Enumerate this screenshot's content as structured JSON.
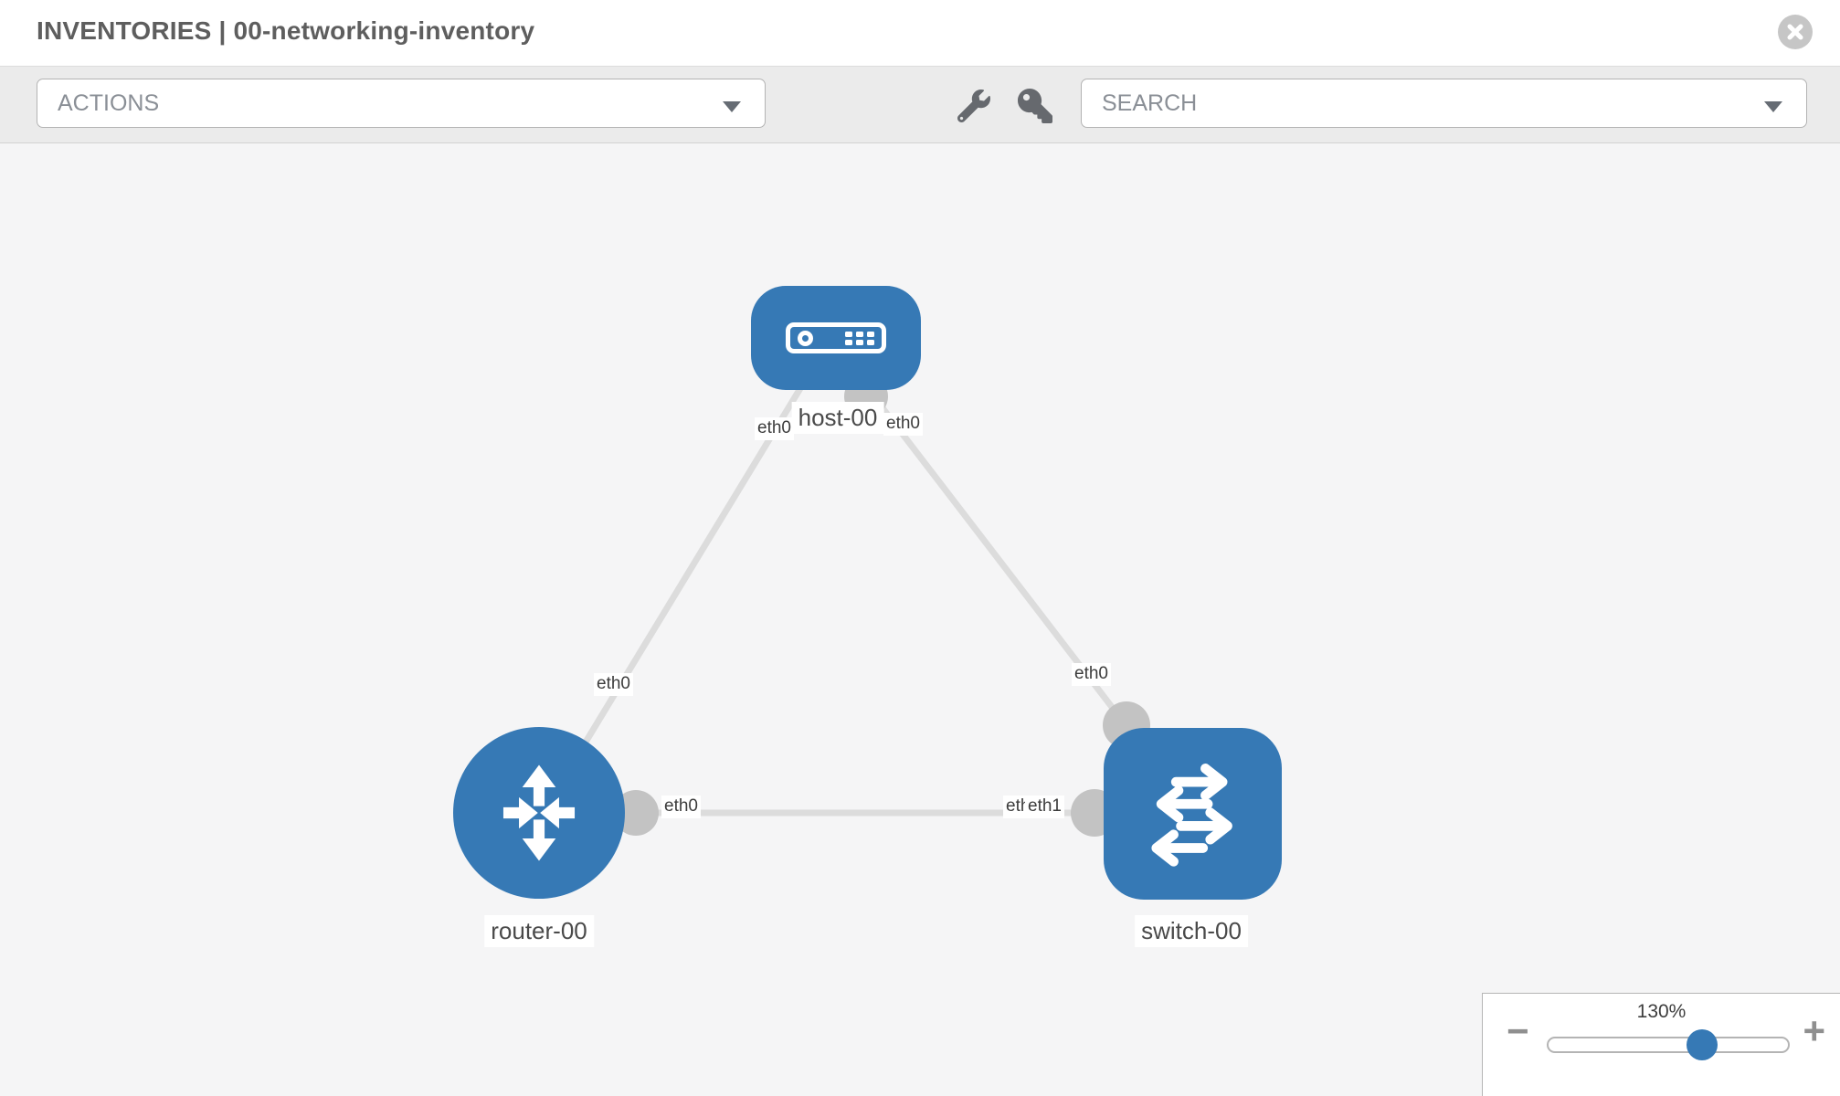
{
  "header": {
    "title": "INVENTORIES | 00-networking-inventory"
  },
  "toolbar": {
    "actions_label": "ACTIONS",
    "search_placeholder": "SEARCH"
  },
  "topology": {
    "nodes": [
      {
        "label": "host-00",
        "type": "host"
      },
      {
        "label": "router-00",
        "type": "router"
      },
      {
        "label": "switch-00",
        "type": "switch"
      }
    ],
    "links": [
      {
        "from": "host-00",
        "to": "router-00",
        "from_interface": "eth0",
        "to_interface": "eth0"
      },
      {
        "from": "host-00",
        "to": "switch-00",
        "from_interface": "eth0",
        "to_interface": "eth0"
      },
      {
        "from": "router-00",
        "to": "switch-00",
        "from_interface": "eth0",
        "to_interface": "eth1",
        "switch_side_back_label": "eth0"
      }
    ]
  },
  "zoom_control": {
    "level": "130%",
    "minus_glyph": "−",
    "plus_glyph": "+"
  },
  "colors": {
    "node_blue": "#3679b5",
    "link_gray": "#dcdcdc",
    "interface_gray": "#c3c3c3",
    "toolbar_gray": "#ebebeb",
    "canvas_gray": "#f5f5f6"
  }
}
